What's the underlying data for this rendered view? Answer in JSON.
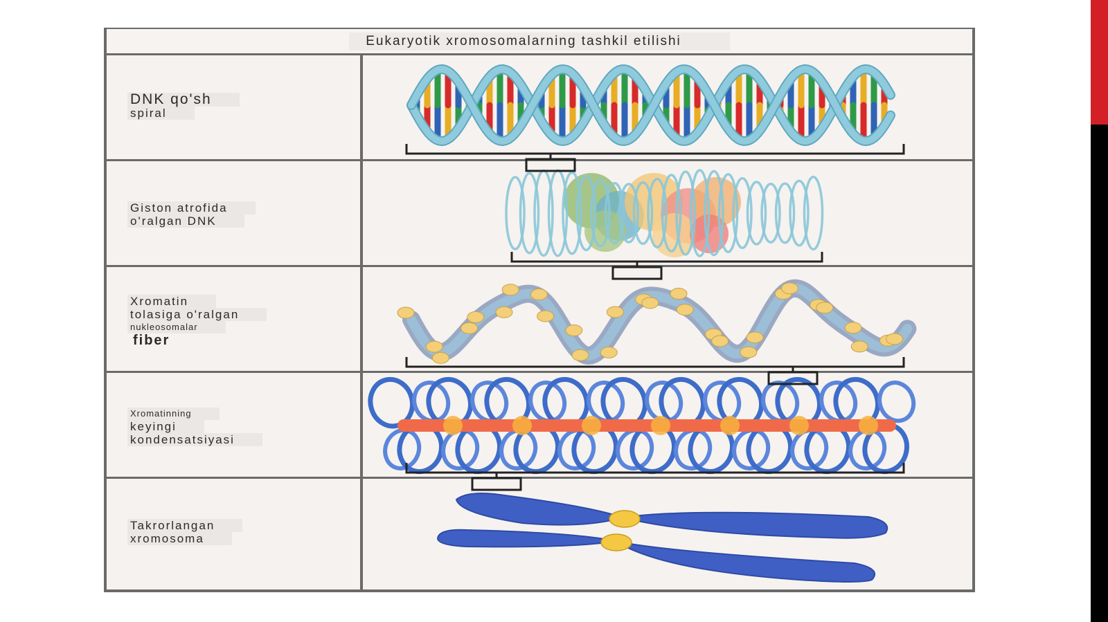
{
  "diagram": {
    "title": "Eukaryotik xromosomalarning tashkil etilishi",
    "rows": [
      {
        "id": "dna-double-helix",
        "lines": [
          "DNK qo'sh",
          "spiral"
        ]
      },
      {
        "id": "histone-wrapped-dna",
        "lines": [
          "Giston atrofida",
          "o'ralgan DNK"
        ]
      },
      {
        "id": "chromatin-fiber",
        "lines": [
          "Xromatin",
          "tolasiga o'ralgan",
          "nukleosomalar",
          "fiber"
        ]
      },
      {
        "id": "chromatin-condensation",
        "lines": [
          "Xromatinning",
          "keyingi",
          "kondensatsiyasi"
        ]
      },
      {
        "id": "replicated-chromosome",
        "lines": [
          "Takrorlangan",
          "xromosoma"
        ]
      }
    ]
  },
  "colors": {
    "accent_red": "#d32027",
    "frame_gray": "#6a6a6a",
    "cell_bg": "#f6f2ef",
    "helix_backbone": "#8fcbdc",
    "base_green": "#2e9a48",
    "base_red": "#d72a2a",
    "base_blue": "#2f63b6",
    "base_yellow": "#e7ad24",
    "nucleosome_bead": "#f2cf78",
    "fiber_loop_blue": "#3d6cc9",
    "scaffold_orange": "#f06a4a",
    "chromosome_blue": "#3f5fc4",
    "centromere_yellow": "#f4c842"
  }
}
